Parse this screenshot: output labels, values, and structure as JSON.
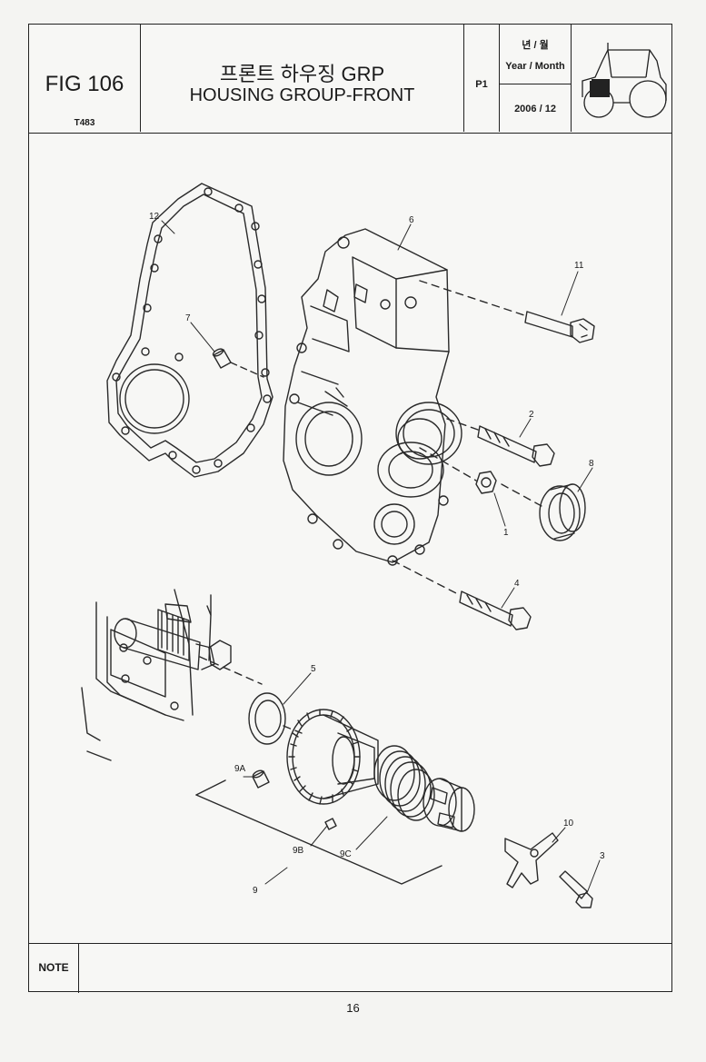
{
  "header": {
    "fig_label": "FIG 106",
    "model": "T483",
    "title_ko": "프론트 하우징 GRP",
    "title_en": "HOUSING GROUP-FRONT",
    "page_code": "P1",
    "date_label_ko": "년 / 월",
    "date_label_en": "Year / Month",
    "date_value": "2006  / 12"
  },
  "thumbnail": {
    "icon": "tractor-icon",
    "highlight_color": "#222222"
  },
  "callouts": {
    "c1": "1",
    "c2": "2",
    "c3": "3",
    "c4": "4",
    "c5": "5",
    "c6": "6",
    "c7": "7",
    "c8": "8",
    "c9": "9",
    "c9a": "9A",
    "c9b": "9B",
    "c9c": "9C",
    "c10": "10",
    "c11": "11",
    "c12": "12"
  },
  "note": {
    "label": "NOTE",
    "content": ""
  },
  "footer": {
    "page_number": "16"
  }
}
